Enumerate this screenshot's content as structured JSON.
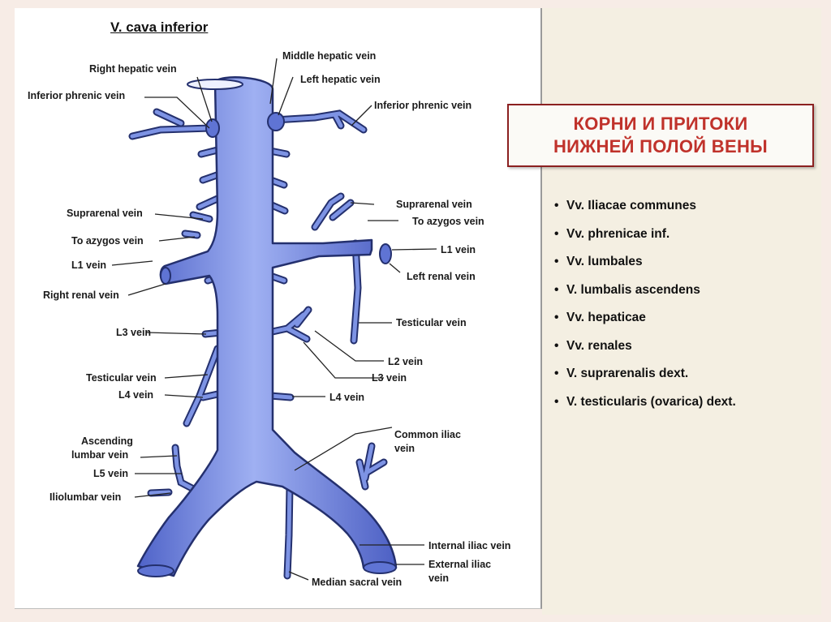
{
  "figure": {
    "title": "V. cava inferior",
    "labels": {
      "middle_hepatic": "Middle hepatic vein",
      "right_hepatic": "Right hepatic vein",
      "left_hepatic": "Left hepatic vein",
      "inf_phrenic_left_side": "Inferior phrenic vein",
      "inf_phrenic_right_side": "Inferior phrenic vein",
      "suprarenal_right": "Suprarenal vein",
      "suprarenal_left": "Suprarenal vein",
      "azygos_right": "To azygos vein",
      "azygos_left": "To azygos vein",
      "l1_right": "L1 vein",
      "l1_left": "L1 vein",
      "right_renal": "Right renal vein",
      "left_renal": "Left renal vein",
      "l3_right": "L3 vein",
      "testicular_left": "Testicular vein",
      "testicular_right": "Testicular vein",
      "l2": "L2 vein",
      "l3_left": "L3 vein",
      "l4_right": "L4 vein",
      "l4_left": "L4 vein",
      "ascending_lumbar_1": "Ascending",
      "ascending_lumbar_2": "lumbar vein",
      "l5": "L5 vein",
      "iliolumbar": "Iliolumbar vein",
      "common_iliac_1": "Common iliac",
      "common_iliac_2": "vein",
      "internal_iliac": "Internal iliac vein",
      "external_iliac_1": "External iliac",
      "external_iliac_2": "vein",
      "median_sacral": "Median sacral vein"
    }
  },
  "slide_title": {
    "line1": "КОРНИ И ПРИТОКИ",
    "line2": "НИЖНЕЙ ПОЛОЙ ВЕНЫ"
  },
  "bullets": [
    "Vv. Iliacae communes",
    "Vv. phrenicae inf.",
    "Vv. lumbales",
    "V. lumbalis ascendens",
    "Vv. hepaticae",
    "Vv. renales",
    "V. suprarenalis dext.",
    "V. testicularis (ovarica) dext."
  ],
  "colors": {
    "vein_fill": "#6f86e0",
    "vein_stroke": "#24306e",
    "title_red": "#c0322b",
    "title_border": "#8b2020"
  }
}
